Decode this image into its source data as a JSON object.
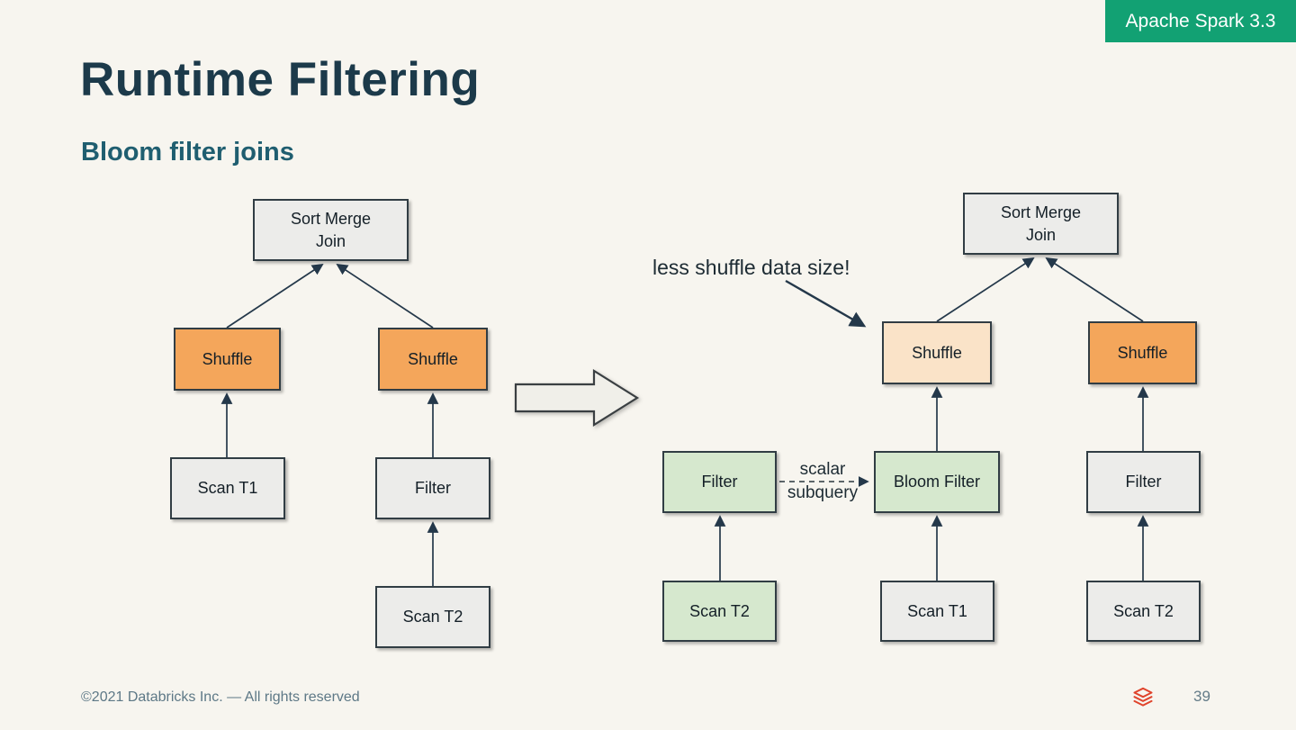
{
  "badge": {
    "label": "Apache Spark 3.3"
  },
  "title": "Runtime Filtering",
  "subtitle": "Bloom filter joins",
  "annotation": {
    "text": "less shuffle data size!"
  },
  "edge_label": {
    "line1": "scalar",
    "line2": "subquery"
  },
  "left_plan": {
    "nodes": [
      {
        "id": "smj",
        "label": "Sort Merge\nJoin",
        "variant": "gray"
      },
      {
        "id": "shuffle-left",
        "label": "Shuffle",
        "variant": "orange"
      },
      {
        "id": "shuffle-right",
        "label": "Shuffle",
        "variant": "orange"
      },
      {
        "id": "scan-t1",
        "label": "Scan T1",
        "variant": "gray"
      },
      {
        "id": "filter",
        "label": "Filter",
        "variant": "gray"
      },
      {
        "id": "scan-t2",
        "label": "Scan T2",
        "variant": "gray"
      }
    ],
    "edges": [
      "Shuffle(left) -> Sort Merge Join",
      "Shuffle(right) -> Sort Merge Join",
      "Scan T1 -> Shuffle(left)",
      "Filter -> Shuffle(right)",
      "Scan T2 -> Filter"
    ]
  },
  "right_plan": {
    "nodes": [
      {
        "id": "smj",
        "label": "Sort Merge\nJoin",
        "variant": "gray"
      },
      {
        "id": "shuffle-left",
        "label": "Shuffle",
        "variant": "peach"
      },
      {
        "id": "shuffle-right",
        "label": "Shuffle",
        "variant": "orange"
      },
      {
        "id": "filter-green",
        "label": "Filter",
        "variant": "green"
      },
      {
        "id": "bloom-filter",
        "label": "Bloom Filter",
        "variant": "green"
      },
      {
        "id": "filter-gray",
        "label": "Filter",
        "variant": "gray"
      },
      {
        "id": "scan-t2-green",
        "label": "Scan T2",
        "variant": "green"
      },
      {
        "id": "scan-t1",
        "label": "Scan T1",
        "variant": "gray"
      },
      {
        "id": "scan-t2",
        "label": "Scan T2",
        "variant": "gray"
      }
    ],
    "edges": [
      "Shuffle(left) -> Sort Merge Join",
      "Shuffle(right) -> Sort Merge Join",
      "Bloom Filter -> Shuffle(left)",
      "Filter(gray) -> Shuffle(right)",
      "Scan T2(green) -> Filter(green)",
      "Scan T1 -> Bloom Filter",
      "Scan T2 -> Filter(gray)",
      "Filter(green) --scalar subquery--> Bloom Filter"
    ]
  },
  "footer": {
    "copyright": "©2021 Databricks Inc. — All rights reserved",
    "page": "39"
  },
  "colors": {
    "background": "#f7f5ef",
    "badge_green": "#12a173",
    "title_navy": "#1c3a4a",
    "subtitle_teal": "#1f5e70",
    "box_gray": "#ececea",
    "box_orange": "#f4a65b",
    "box_peach": "#fae3c8",
    "box_green": "#d6e8ce",
    "arrow": "#24384a",
    "logo_red": "#e0442c"
  }
}
